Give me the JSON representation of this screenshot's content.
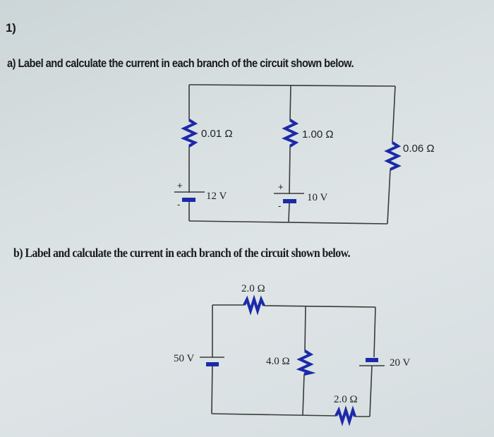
{
  "document": {
    "question_number": "1)",
    "part_a": {
      "prompt": "a) Label and calculate the current in each branch of the circuit shown below.",
      "components": {
        "left_resistor": "0.01 Ω",
        "middle_resistor": "1.00 Ω",
        "right_resistor": "0.06 Ω",
        "left_battery": "12 V",
        "middle_battery": "10 V",
        "plus_sign": "+",
        "minus_sign": "-"
      }
    },
    "part_b": {
      "prompt": "b) Label and calculate the current in each branch of the circuit shown below.",
      "components": {
        "top_resistor": "2.0 Ω",
        "middle_resistor": "4.0 Ω",
        "bottom_resistor": "2.0 Ω",
        "left_battery": "50 V",
        "right_battery": "20 V"
      }
    },
    "colors": {
      "wire": "#3a3a3a",
      "component_blue": "#1c2aa8"
    }
  }
}
